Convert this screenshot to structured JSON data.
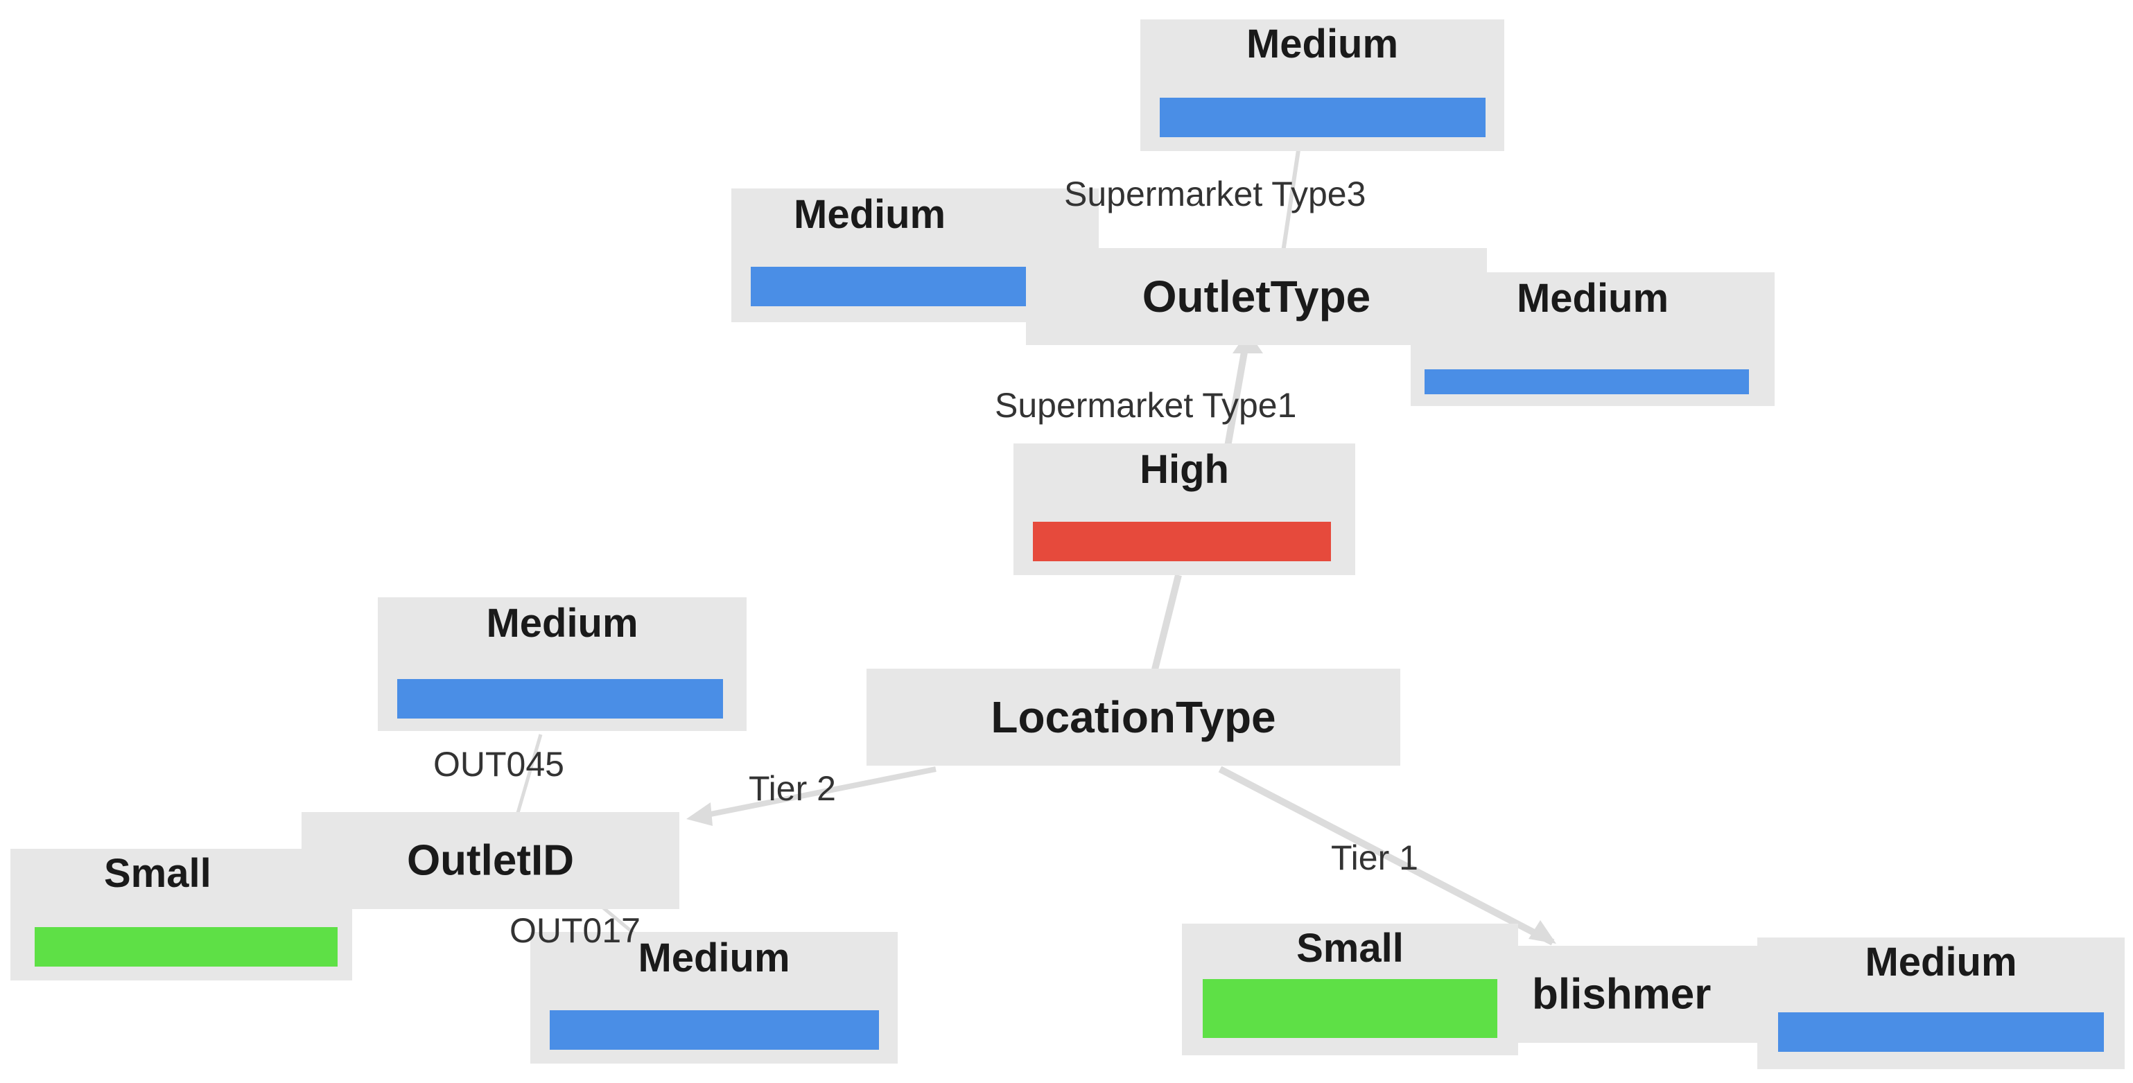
{
  "colors": {
    "node_bg": "#e7e7e7",
    "edge": "#dcdcdc",
    "high": "#e64a3c",
    "medium": "#4a8ee6",
    "small": "#5ee046"
  },
  "nodes": {
    "outlet_type": {
      "label": "OutletType"
    },
    "location_type": {
      "label": "LocationType"
    },
    "outlet_id": {
      "label": "OutletID"
    },
    "establishment": {
      "label": "blishmer"
    },
    "leaf_top_medium": {
      "label": "Medium",
      "level": "medium"
    },
    "leaf_left_medium": {
      "label": "Medium",
      "level": "medium"
    },
    "leaf_right_medium": {
      "label": "Medium",
      "level": "medium"
    },
    "leaf_high": {
      "label": "High",
      "level": "high"
    },
    "leaf_out045_medium": {
      "label": "Medium",
      "level": "medium"
    },
    "leaf_small_left": {
      "label": "Small",
      "level": "small"
    },
    "leaf_out017_medium": {
      "label": "Medium",
      "level": "medium"
    },
    "leaf_small_right": {
      "label": "Small",
      "level": "small"
    },
    "leaf_far_right_medium": {
      "label": "Medium",
      "level": "medium"
    }
  },
  "edge_labels": {
    "supermarket_type3": "Supermarket Type3",
    "supermarket_type1": "Supermarket Type1",
    "out045": "OUT045",
    "tier2": "Tier 2",
    "tier1": "Tier 1",
    "out017": "OUT017"
  }
}
